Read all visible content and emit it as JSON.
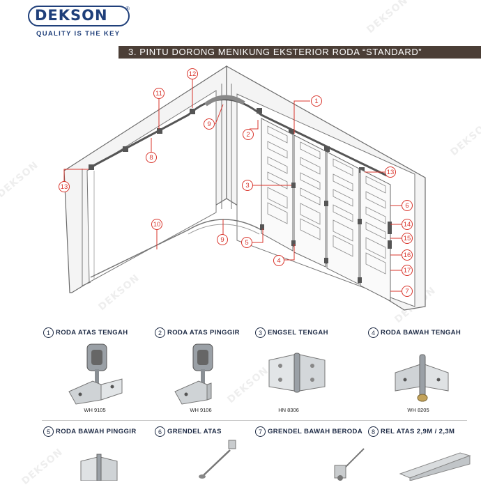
{
  "brand": {
    "name": "DEKSON",
    "registered": "®",
    "tagline": "QUALITY IS THE KEY",
    "watermark": "DEKSON"
  },
  "section_title": "3. PINTU DORONG MENIKUNG EKSTERIOR RODA “STANDARD”",
  "diagram": {
    "callouts": [
      "1",
      "2",
      "3",
      "4",
      "5",
      "6",
      "7",
      "8",
      "9",
      "9",
      "10",
      "11",
      "12",
      "13",
      "13",
      "14",
      "15",
      "16",
      "17"
    ]
  },
  "parts": [
    {
      "num": "1",
      "name": "RODA ATAS TENGAH",
      "code": "WH 9105",
      "icon": "top-center-roller-icon"
    },
    {
      "num": "2",
      "name": "RODA ATAS PINGGIR",
      "code": "WH 9106",
      "icon": "top-side-roller-icon"
    },
    {
      "num": "3",
      "name": "ENGSEL TENGAH",
      "code": "HN 8306",
      "icon": "center-hinge-icon"
    },
    {
      "num": "4",
      "name": "RODA BAWAH TENGAH",
      "code": "WH 8205",
      "icon": "bottom-center-roller-icon"
    },
    {
      "num": "5",
      "name": "RODA BAWAH PINGGIR",
      "code": "",
      "icon": "bottom-side-roller-icon"
    },
    {
      "num": "6",
      "name": "GRENDEL ATAS",
      "code": "",
      "icon": "top-bolt-icon"
    },
    {
      "num": "7",
      "name": "GRENDEL BAWAH BERODA",
      "code": "",
      "icon": "wheeled-bottom-bolt-icon"
    },
    {
      "num": "8",
      "name": "REL ATAS 2,9M / 2,3M",
      "code": "",
      "icon": "top-rail-icon"
    }
  ],
  "colors": {
    "brand_blue": "#1f3f7a",
    "header_bar": "#4b3e36",
    "callout_red": "#d9342b"
  }
}
